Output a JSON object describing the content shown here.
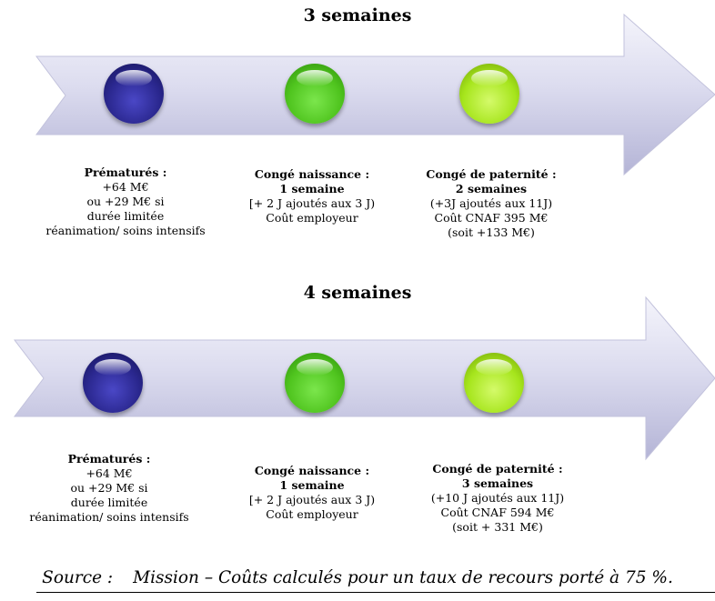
{
  "scenario_1": {
    "title": "3 semaines",
    "steps": [
      {
        "icon": "blue-circle-icon",
        "color": "#2a278e",
        "heading": "Prématurés :",
        "lines": [
          "+64 M€",
          "ou +29 M€ si",
          "durée limitée",
          "réanimation/ soins intensifs"
        ]
      },
      {
        "icon": "green-circle-icon",
        "color": "#4fc41e",
        "heading": "Congé naissance :",
        "lines": [
          "1 semaine",
          "[+ 2 J ajoutés aux 3 J)",
          "Coût employeur"
        ]
      },
      {
        "icon": "lime-circle-icon",
        "color": "#a6e51c",
        "heading": "Congé de paternité :",
        "lines": [
          "2 semaines",
          "(+3J ajoutés aux 11J)",
          "Coût CNAF 395 M€",
          "(soit +133 M€)"
        ]
      }
    ]
  },
  "scenario_2": {
    "title": "4 semaines",
    "steps": [
      {
        "icon": "blue-circle-icon",
        "color": "#2a278e",
        "heading": "Prématurés :",
        "lines": [
          "+64 M€",
          "ou +29 M€ si",
          "durée limitée",
          "réanimation/ soins intensifs"
        ]
      },
      {
        "icon": "green-circle-icon",
        "color": "#4fc41e",
        "heading": "Congé naissance :",
        "lines": [
          "1 semaine",
          "[+ 2 J ajoutés aux 3 J)",
          "Coût employeur"
        ]
      },
      {
        "icon": "lime-circle-icon",
        "color": "#a6e51c",
        "heading": "Congé de paternité :",
        "lines": [
          "3 semaines",
          "(+10 J ajoutés aux 11J)",
          "Coût CNAF 594 M€",
          "(soit + 331 M€)"
        ]
      }
    ]
  },
  "source": {
    "label": "Source :",
    "text": "Mission – Coûts calculés pour un taux de recours porté à 75 %."
  }
}
